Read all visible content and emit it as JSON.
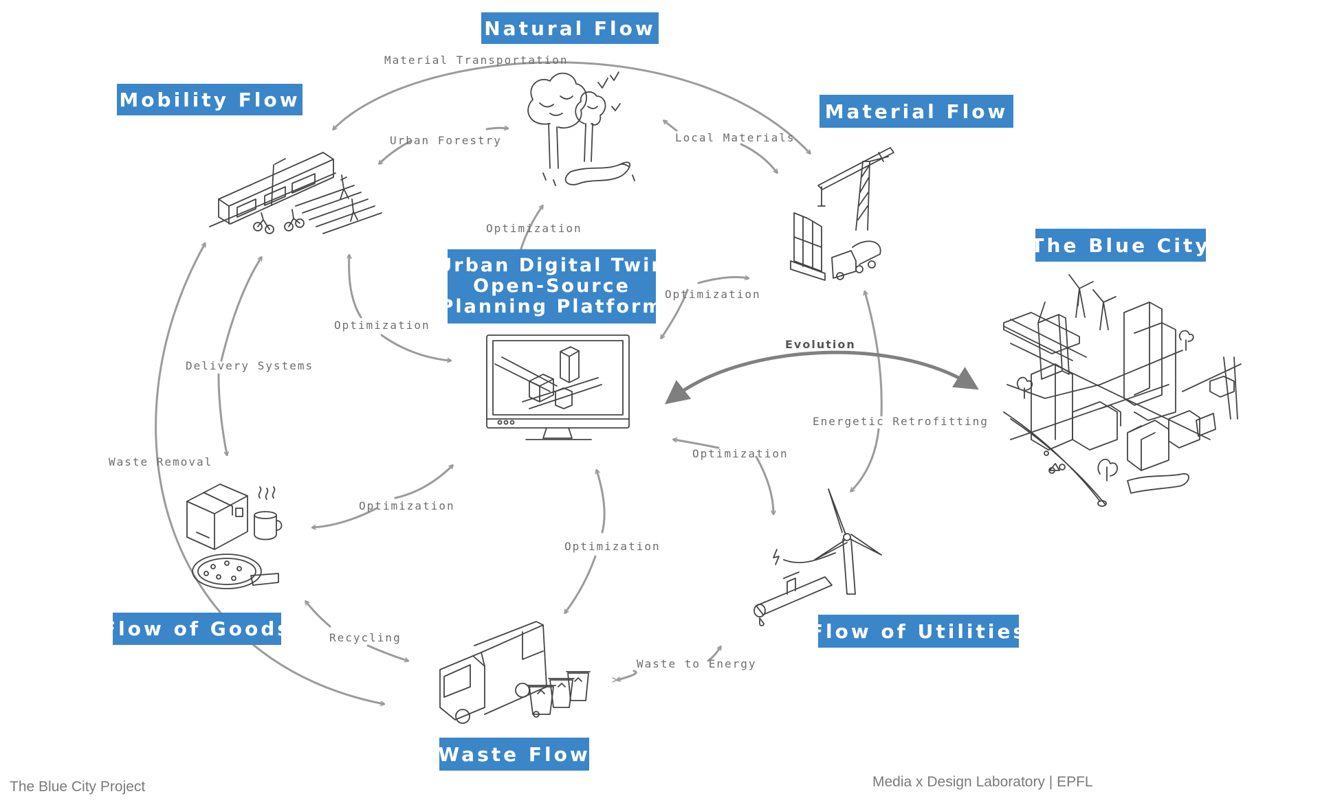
{
  "colors": {
    "box_fill": "#3a86c8",
    "box_text": "#ffffff",
    "arrow": "#9b9b9b",
    "sketch": "#444444",
    "label_text": "#6d6d6d"
  },
  "nodes": {
    "natural": "Natural Flow",
    "mobility": "Mobility Flow",
    "material": "Material Flow",
    "blue_city": "The Blue City",
    "goods": "Flow of Goods",
    "utilities": "Flow of Utilities",
    "waste": "Waste Flow",
    "center": [
      "Urban Digital Twin",
      "Open-Source",
      "Planning Platform"
    ]
  },
  "edge_labels": {
    "material_transportation": "Material Transportation",
    "urban_forestry": "Urban Forestry",
    "local_materials": "Local Materials",
    "opt_natural": "Optimization",
    "opt_material": "Optimization",
    "opt_mobility": "Optimization",
    "evolution": "Evolution",
    "delivery_systems": "Delivery Systems",
    "energetic_retrofitting": "Energetic Retrofitting",
    "waste_removal": "Waste Removal",
    "opt_utilities": "Optimization",
    "opt_goods": "Optimization",
    "opt_waste": "Optimization",
    "recycling": "Recycling",
    "waste_to_energy": "Waste to Energy"
  },
  "illustrations": {
    "natural": "trees-stream-icon",
    "mobility": "tram-bikes-icon",
    "material": "crane-truck-icon",
    "center": "monitor-model-icon",
    "goods": "parcel-coffee-pizza-icon",
    "utilities": "wind-turbine-pipe-icon",
    "waste": "garbage-truck-bins-icon",
    "blue_city": "city-skyline-icon"
  },
  "footer": {
    "left": "The Blue City Project",
    "right": "Media x Design Laboratory | EPFL"
  }
}
